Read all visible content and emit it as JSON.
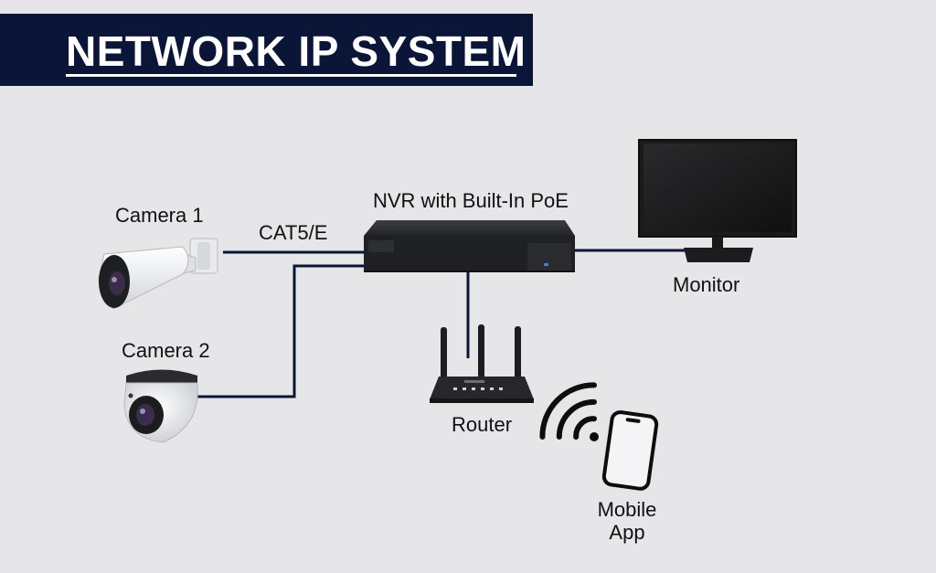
{
  "title": "NETWORK IP SYSTEM",
  "labels": {
    "camera1": "Camera 1",
    "camera2": "Camera 2",
    "cable": "CAT5/E",
    "nvr": "NVR with Built-In PoE",
    "monitor": "Monitor",
    "router": "Router",
    "mobile_line1": "Mobile",
    "mobile_line2": "App"
  },
  "colors": {
    "title_bg": "#0b1538",
    "cable": "#0b1538",
    "background": "#e6e6e8"
  },
  "icons": [
    "bullet-camera-icon",
    "dome-camera-icon",
    "nvr-icon",
    "monitor-icon",
    "router-icon",
    "wifi-icon",
    "smartphone-icon"
  ]
}
